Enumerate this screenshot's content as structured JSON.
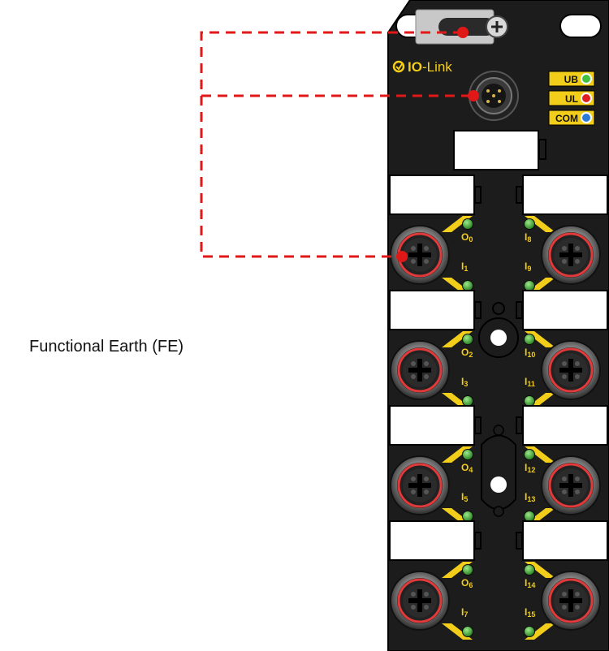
{
  "annotation": {
    "fe_label": "Functional Earth (FE)"
  },
  "module": {
    "brand_prefix": "IO",
    "brand_suffix": "-Link",
    "status_leds": [
      {
        "label": "UB",
        "color": "#44c040"
      },
      {
        "label": "UL",
        "color": "#e02020"
      },
      {
        "label": "COM",
        "color": "#2a7bd8"
      }
    ],
    "port_labels": {
      "left": [
        {
          "main": "O",
          "sub": "0"
        },
        {
          "main": "I",
          "sub": "1"
        },
        {
          "main": "O",
          "sub": "2"
        },
        {
          "main": "I",
          "sub": "3"
        },
        {
          "main": "O",
          "sub": "4"
        },
        {
          "main": "I",
          "sub": "5"
        },
        {
          "main": "O",
          "sub": "6"
        },
        {
          "main": "I",
          "sub": "7"
        }
      ],
      "right": [
        {
          "main": "I",
          "sub": "8"
        },
        {
          "main": "I",
          "sub": "9"
        },
        {
          "main": "I",
          "sub": "10"
        },
        {
          "main": "I",
          "sub": "11"
        },
        {
          "main": "I",
          "sub": "12"
        },
        {
          "main": "I",
          "sub": "13"
        },
        {
          "main": "I",
          "sub": "14"
        },
        {
          "main": "I",
          "sub": "15"
        }
      ]
    },
    "colors": {
      "housing": "#1c1c1c",
      "accent_yellow": "#f2cd1a",
      "fe_line": "#e01818",
      "led_green": "#3aa832"
    }
  }
}
